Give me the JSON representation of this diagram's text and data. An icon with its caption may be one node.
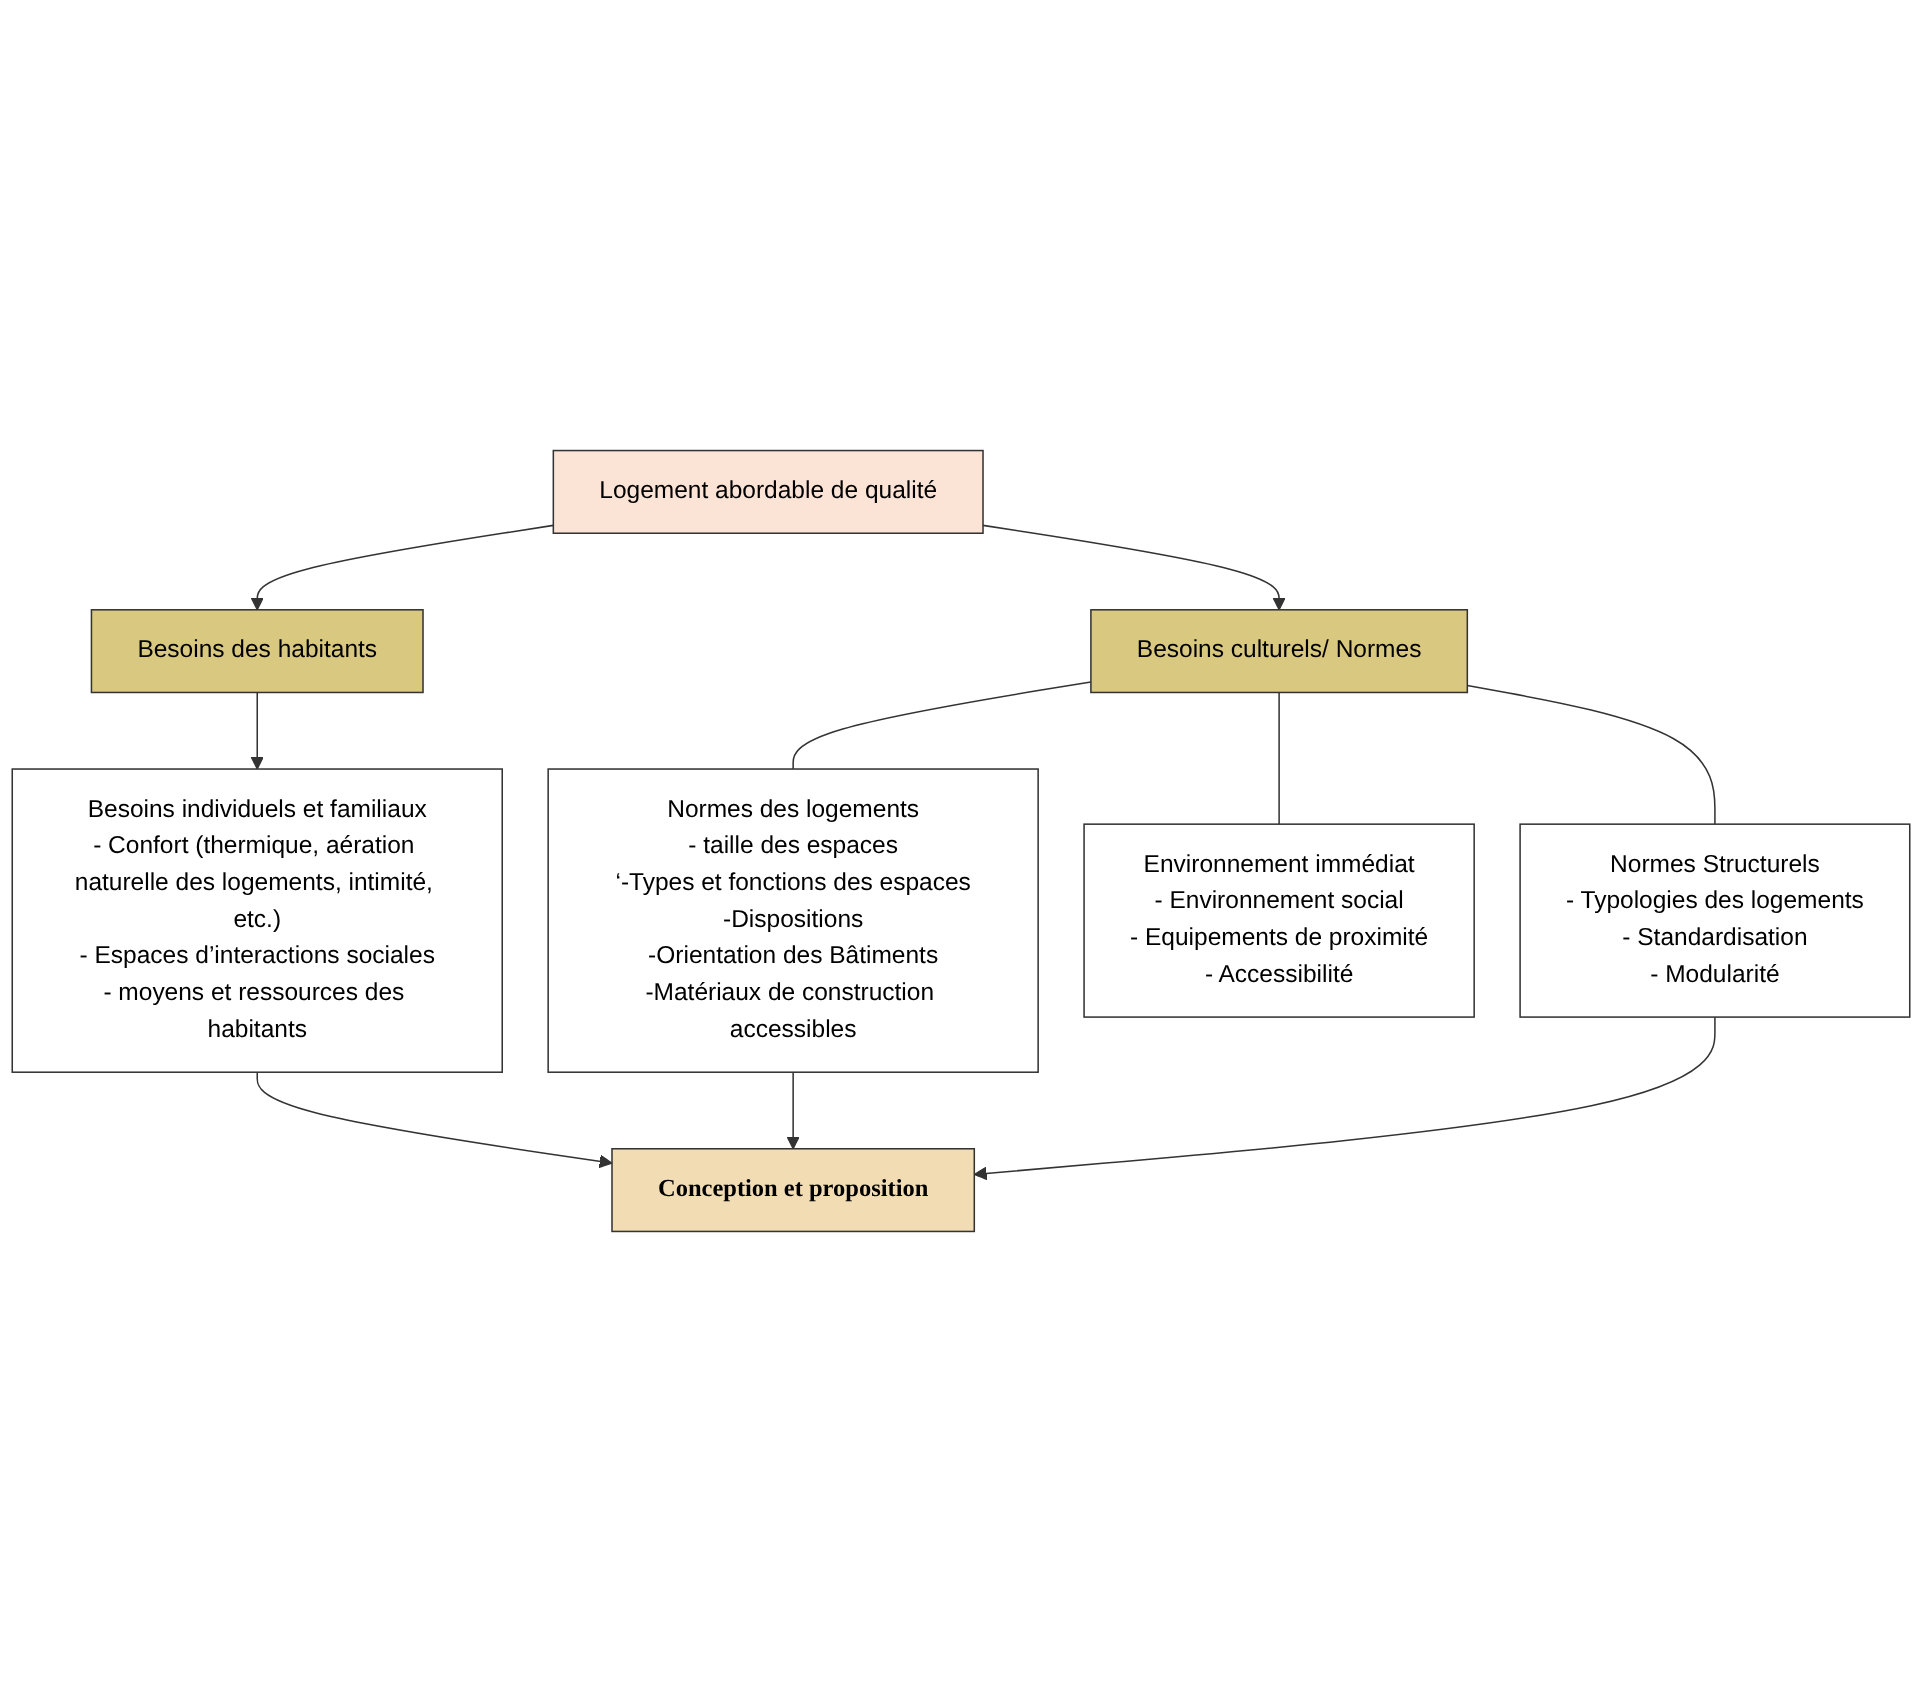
{
  "diagram": {
    "nodes": [
      {
        "text": [
          "Logement abordable de qualité"
        ]
      },
      {
        "text": [
          "Besoins des habitants"
        ]
      },
      {
        "text": [
          "Besoins culturels/ Normes"
        ]
      },
      {
        "text": [
          "Besoins individuels et familiaux",
          "- Confort (thermique, aération naturelle des logements, intimité, etc.)",
          "- Espaces d’interactions sociales",
          "- moyens et ressources des habitants"
        ]
      },
      {
        "text": [
          "Normes des logements",
          "- taille des espaces",
          "‘-Types et fonctions des espaces",
          "-Dispositions",
          "-Orientation des Bâtiments",
          "-Matériaux de construction accessibles"
        ]
      },
      {
        "text": [
          "Environnement immédiat",
          "- Environnement social",
          "- Equipements de proximité",
          "- Accessibilité"
        ]
      },
      {
        "text": [
          "Normes Structurels",
          "- Typologies des logements",
          "- Standardisation",
          "- Modularité"
        ]
      },
      {
        "text": [
          "Conception et proposition"
        ]
      }
    ],
    "edges": [
      {
        "from": 0,
        "to": 1,
        "arrow": "to"
      },
      {
        "from": 0,
        "to": 2,
        "arrow": "to"
      },
      {
        "from": 1,
        "to": 3,
        "arrow": "to"
      },
      {
        "from": 2,
        "to": 4,
        "arrow": "none"
      },
      {
        "from": 2,
        "to": 5,
        "arrow": "none"
      },
      {
        "from": 2,
        "to": 6,
        "arrow": "none"
      },
      {
        "from": 3,
        "to": 7,
        "arrow": "to"
      },
      {
        "from": 4,
        "to": 7,
        "arrow": "to"
      },
      {
        "from": 6,
        "to": 7,
        "arrow": "to"
      }
    ]
  }
}
